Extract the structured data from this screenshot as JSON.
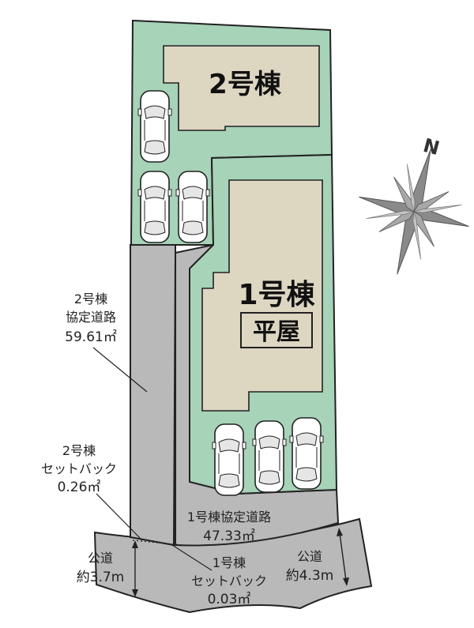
{
  "colors": {
    "lot_fill": "#a7d3b8",
    "building_fill": "#ddd6c1",
    "road_fill": "#b9b9b9",
    "outline": "#222222",
    "compass": "#8a8a8a"
  },
  "buildings": {
    "building2_label": "2号棟",
    "building1_label": "1号棟",
    "building1_type": "平屋"
  },
  "compass": {
    "north_label": "N"
  },
  "annotations": {
    "b2_road": {
      "line1": "2号棟",
      "line2": "協定道路",
      "line3": "59.61㎡"
    },
    "b2_setback": {
      "line1": "2号棟",
      "line2": "セットバック",
      "line3": "0.26㎡"
    },
    "b1_road": {
      "line1": "1号棟協定道路",
      "line2": "47.33㎡"
    },
    "b1_setback": {
      "line1": "1号棟",
      "line2": "セットバック",
      "line3": "0.03㎡"
    },
    "public_road_left": {
      "line1": "公道",
      "line2": "約3.7m"
    },
    "public_road_right": {
      "line1": "公道",
      "line2": "約4.3m"
    }
  }
}
